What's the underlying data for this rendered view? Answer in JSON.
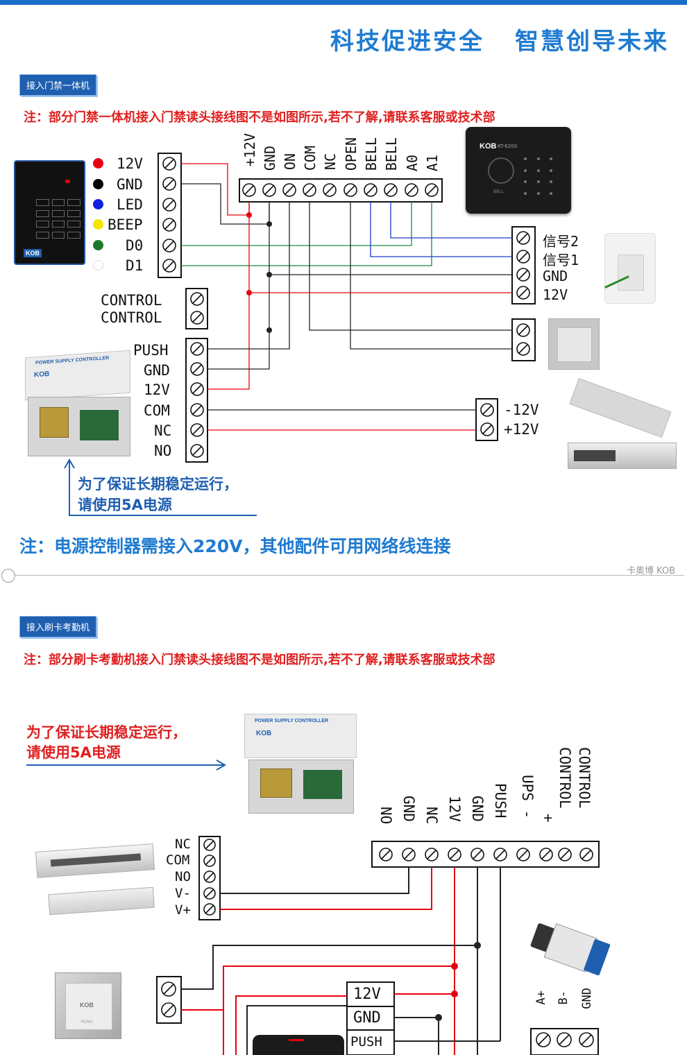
{
  "header": {
    "slogan_left": "科技促进安全",
    "slogan_right": "智慧创导未来"
  },
  "section1": {
    "badge": "接入门禁一体机",
    "note": "注：部分门禁一体机接入门禁读头接线图不是如图所示,若不了解,请联系客服或技术部",
    "reader_pins": [
      {
        "label": "12V",
        "color": "#e60012"
      },
      {
        "label": "GND",
        "color": "#000000"
      },
      {
        "label": "LED",
        "color": "#1020e0"
      },
      {
        "label": "BEEP",
        "color": "#f5e400"
      },
      {
        "label": "D0",
        "color": "#1a7a2a"
      },
      {
        "label": "D1",
        "color": "#ffffff"
      }
    ],
    "controller_terminals": [
      "+12V",
      "GND",
      "ON",
      "COM",
      "NC",
      "OPEN",
      "BELL",
      "BELL",
      "A0",
      "A1"
    ],
    "control_labels": [
      "CONTROL",
      "CONTROL"
    ],
    "psu_labels": [
      "PUSH",
      "GND",
      "12V",
      "COM",
      "NC",
      "NO"
    ],
    "bell_labels": [
      "信号2",
      "信号1",
      "GND",
      "12V"
    ],
    "lock_labels": [
      "-12V",
      "+12V"
    ],
    "keypad_brand": "KOB",
    "keypad_model": "KT-K200",
    "keypad_bell": "BELL",
    "psu_title": "POWER SUPPLY CONTROLLER",
    "psu_brand": "KOB",
    "power_note_line1": "为了保证长期稳定运行，",
    "power_note_line2": "请使用5A电源",
    "bottom_note": "注：电源控制器需接入220V，其他配件可用网络线连接"
  },
  "divider": {
    "watermark": "卡奥博 KOB"
  },
  "section2": {
    "badge": "接入刷卡考勤机",
    "note": "注：部分刷卡考勤机接入门禁读头接线图不是如图所示,若不了解,请联系客服或技术部",
    "power_note_line1": "为了保证长期稳定运行，",
    "power_note_line2": "请使用5A电源",
    "psu_title": "POWER SUPPLY CONTROLLER",
    "psu_brand": "KOB",
    "controller_terminals": [
      "NO",
      "GND",
      "NC",
      "12V",
      "GND",
      "PUSH",
      "UPS -",
      "+",
      "CONTROL",
      "CONTROL"
    ],
    "maglock_labels": [
      "NC",
      "COM",
      "NO",
      "V-",
      "V+"
    ],
    "reader_labels": [
      "12V",
      "GND",
      "PUSH"
    ],
    "converter_labels": [
      "A+",
      "B-",
      "GND"
    ],
    "exit_button_brand": "KOB",
    "exit_button_text": "PUSH"
  }
}
